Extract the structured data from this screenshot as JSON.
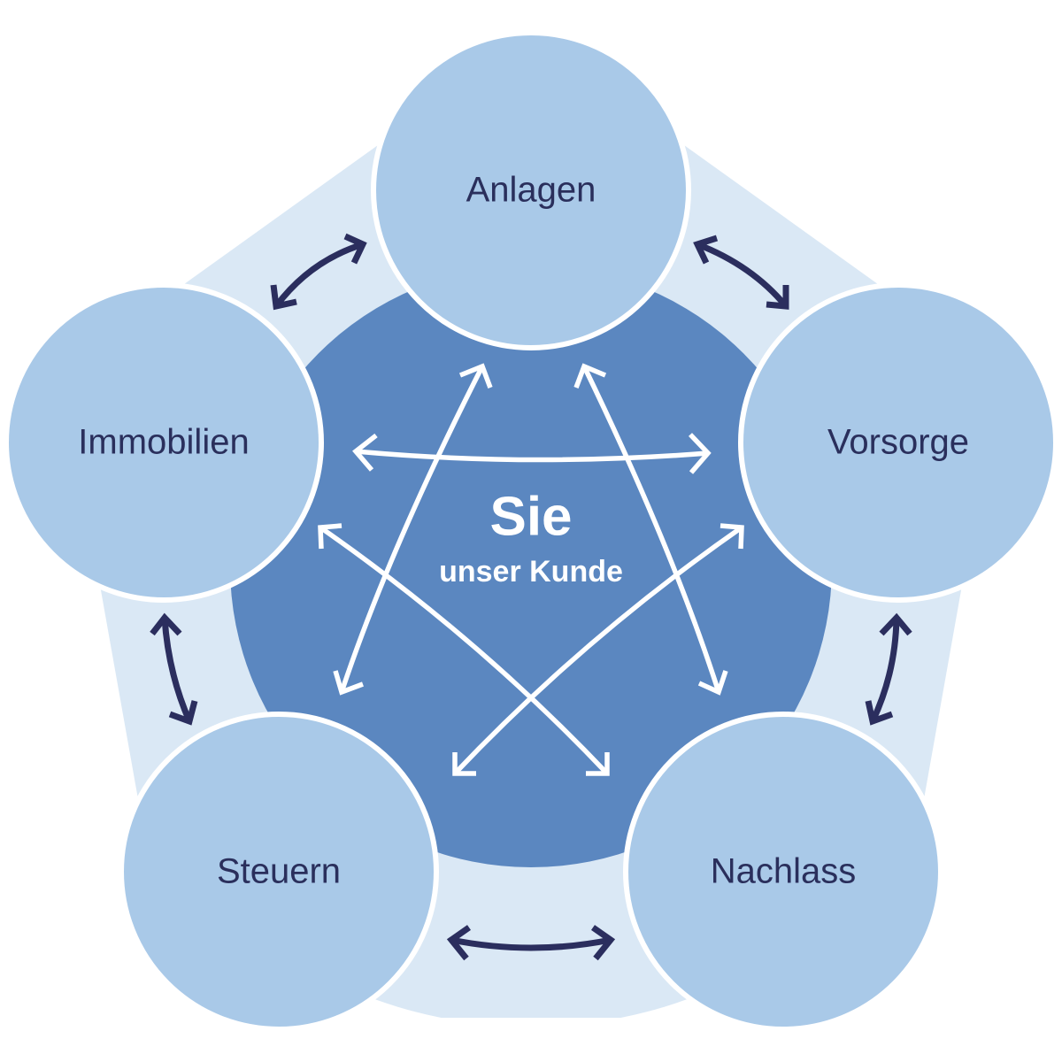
{
  "diagram": {
    "center": {
      "title": "Sie",
      "subtitle": "unser Kunde"
    },
    "nodes": [
      {
        "id": "anlagen",
        "label": "Anlagen"
      },
      {
        "id": "vorsorge",
        "label": "Vorsorge"
      },
      {
        "id": "nachlass",
        "label": "Nachlass"
      },
      {
        "id": "steuern",
        "label": "Steuern"
      },
      {
        "id": "immobilien",
        "label": "Immobilien"
      }
    ],
    "outer_connections": [
      {
        "from": "immobilien",
        "to": "anlagen",
        "type": "bidirectional"
      },
      {
        "from": "anlagen",
        "to": "vorsorge",
        "type": "bidirectional"
      },
      {
        "from": "vorsorge",
        "to": "nachlass",
        "type": "bidirectional"
      },
      {
        "from": "nachlass",
        "to": "steuern",
        "type": "bidirectional"
      },
      {
        "from": "steuern",
        "to": "immobilien",
        "type": "bidirectional"
      }
    ],
    "inner_connections": [
      {
        "from": "immobilien",
        "to": "vorsorge",
        "type": "bidirectional"
      },
      {
        "from": "anlagen",
        "to": "steuern",
        "type": "bidirectional"
      },
      {
        "from": "anlagen",
        "to": "nachlass",
        "type": "bidirectional"
      },
      {
        "from": "immobilien",
        "to": "nachlass",
        "type": "bidirectional"
      },
      {
        "from": "vorsorge",
        "to": "steuern",
        "type": "bidirectional"
      }
    ],
    "colors": {
      "outer_ring": "#dae8f5",
      "inner_circle": "#5b87c0",
      "node_fill": "#a9c9e8",
      "node_stroke": "#ffffff",
      "label_text": "#2a2f5c",
      "outer_arrows": "#2b2e5e",
      "inner_arrows": "#ffffff",
      "center_text": "#ffffff"
    }
  }
}
